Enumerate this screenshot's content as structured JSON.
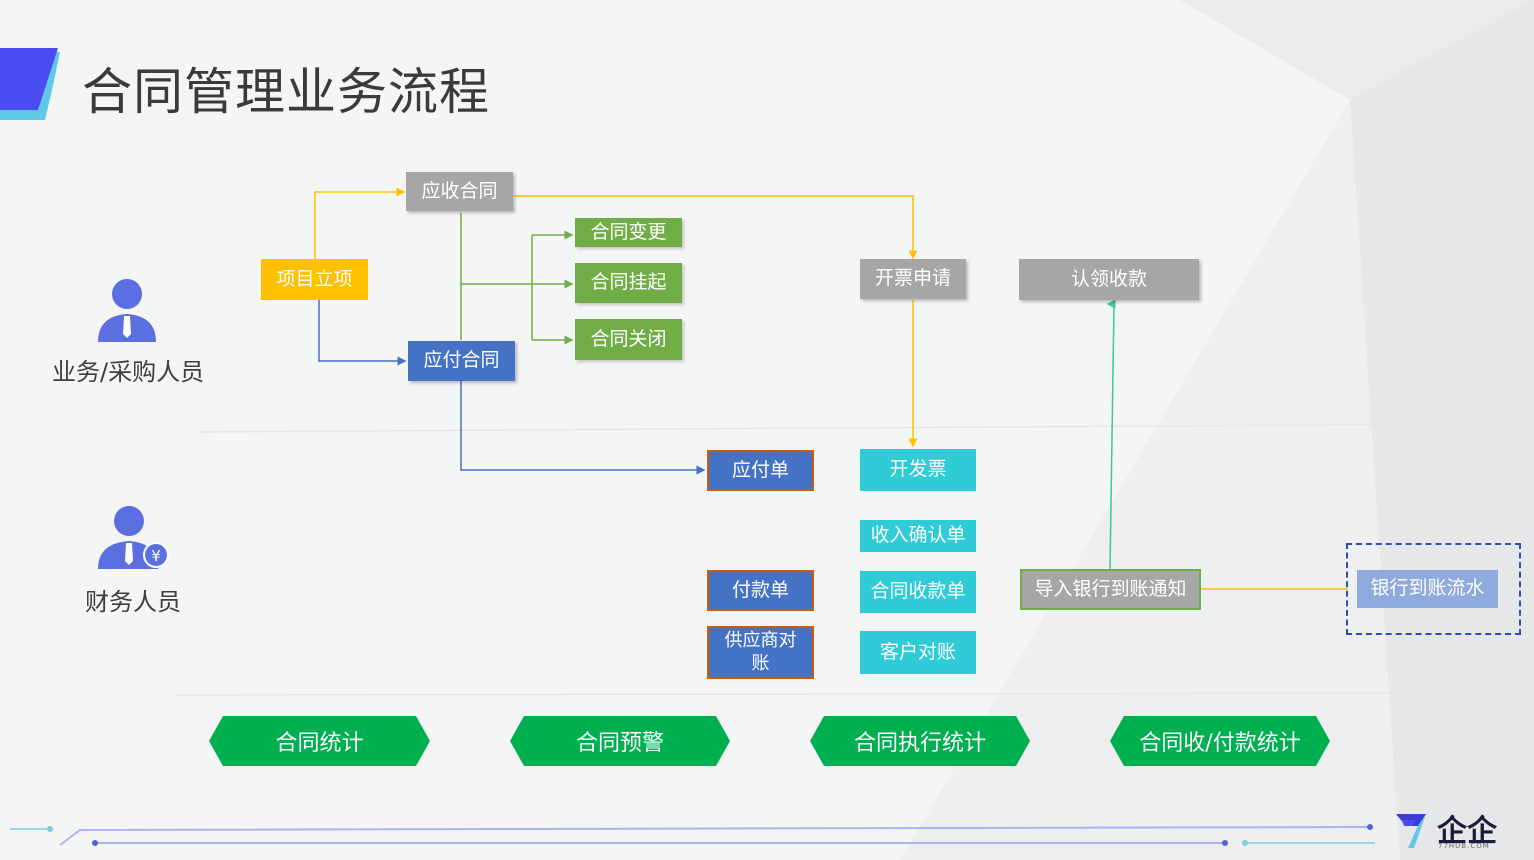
{
  "title": "合同管理业务流程",
  "roles": {
    "business": "业务/采购人员",
    "finance": "财务人员"
  },
  "nodes": {
    "project": "项目立项",
    "receivable_contract": "应收合同",
    "payable_contract": "应付合同",
    "change": "合同变更",
    "suspend": "合同挂起",
    "close": "合同关闭",
    "invoice_request": "开票申请",
    "claim_receipt": "认领收款",
    "payable_bill": "应付单",
    "issue_invoice": "开发票",
    "income_confirm": "收入确认单",
    "payment_bill": "付款单",
    "contract_receipt": "合同收款单",
    "import_notice": "导入银行到账通知",
    "bank_flow": "银行到账流水",
    "supplier_reconcile": "供应商对账",
    "customer_reconcile": "客户对账"
  },
  "footer_buttons": [
    "合同统计",
    "合同预警",
    "合同执行统计",
    "合同收/付款统计"
  ],
  "logo": {
    "text": "企企",
    "sub": "77HUB.COM"
  },
  "colors": {
    "accent_blue": "#4472c4",
    "yellow": "#ffc000",
    "green": "#70ad47",
    "cyan": "#2fcbd6",
    "grey": "#a6a6a6",
    "footer_green": "#00b050",
    "person_icon": "#5b6fe0"
  }
}
